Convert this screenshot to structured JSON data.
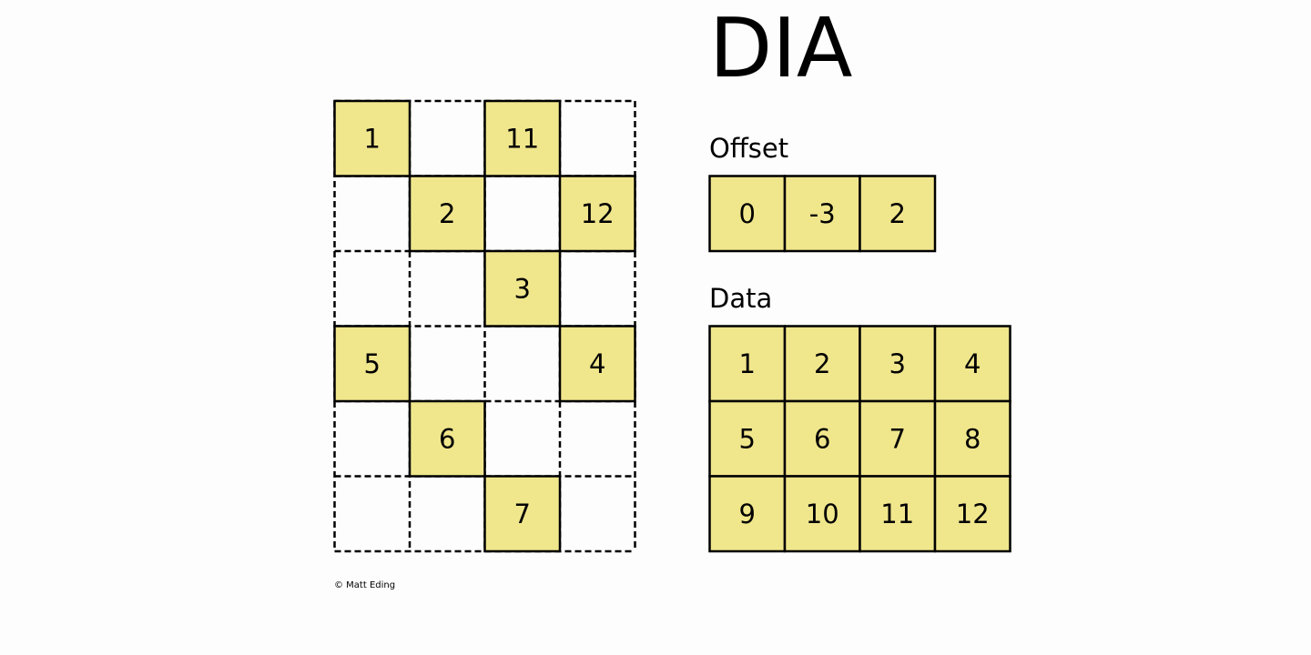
{
  "title": "DIA",
  "credit": "© Matt Eding",
  "fill_color": "#f0e68c",
  "stroke_color": "#000000",
  "matrix": {
    "rows": 6,
    "cols": 4,
    "cells": [
      {
        "row": 0,
        "col": 0,
        "value": "1"
      },
      {
        "row": 0,
        "col": 2,
        "value": "11"
      },
      {
        "row": 1,
        "col": 1,
        "value": "2"
      },
      {
        "row": 1,
        "col": 3,
        "value": "12"
      },
      {
        "row": 2,
        "col": 2,
        "value": "3"
      },
      {
        "row": 3,
        "col": 0,
        "value": "5"
      },
      {
        "row": 3,
        "col": 3,
        "value": "4"
      },
      {
        "row": 4,
        "col": 1,
        "value": "6"
      },
      {
        "row": 5,
        "col": 2,
        "value": "7"
      }
    ]
  },
  "offset": {
    "label": "Offset",
    "values": [
      "0",
      "-3",
      "2"
    ]
  },
  "data": {
    "label": "Data",
    "rows": [
      [
        "1",
        "2",
        "3",
        "4"
      ],
      [
        "5",
        "6",
        "7",
        "8"
      ],
      [
        "9",
        "10",
        "11",
        "12"
      ]
    ]
  }
}
